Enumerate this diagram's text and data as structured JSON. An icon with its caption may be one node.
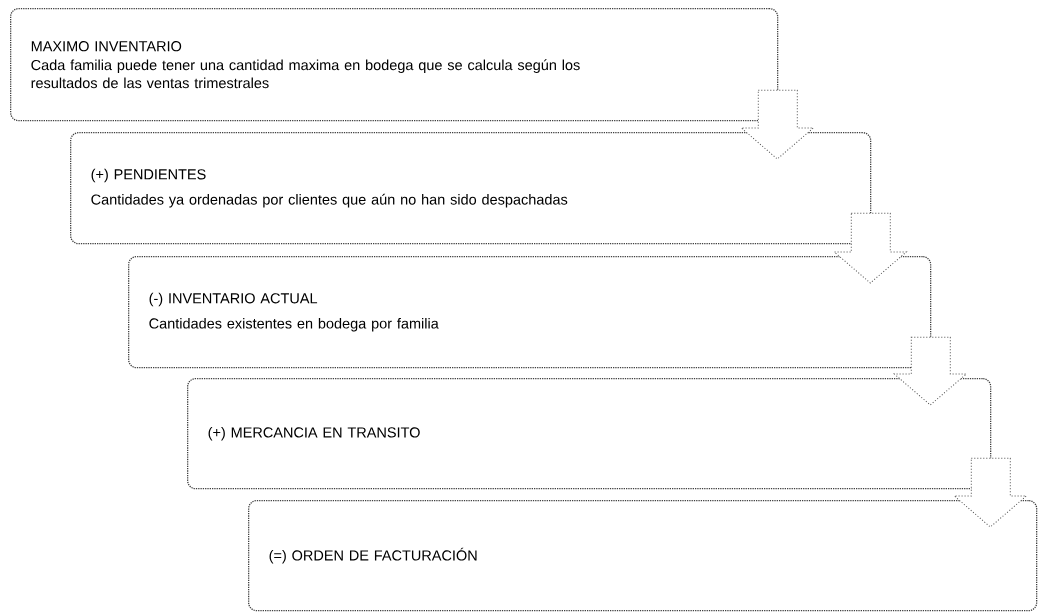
{
  "diagram": {
    "nodes": [
      {
        "text": [
          "MAXIMO INVENTARIO",
          "Cada familia puede tener una cantidad maxima en bodega que se calcula según los resultados de las ventas trimestrales"
        ]
      },
      {
        "text": [
          "(+) PENDIENTES",
          "Cantidades ya ordenadas por clientes que aún no han sido despachadas"
        ]
      },
      {
        "text": [
          "(-) INVENTARIO ACTUAL",
          "Cantidades existentes en bodega por familia"
        ]
      },
      {
        "text": [
          "(+) MERCANCIA EN TRANSITO"
        ]
      },
      {
        "text": [
          "(=) ORDEN DE FACTURACIÓN"
        ]
      }
    ],
    "edges": [
      {
        "from": 0,
        "to": 1,
        "arrow": "to"
      },
      {
        "from": 1,
        "to": 2,
        "arrow": "to"
      },
      {
        "from": 2,
        "to": 3,
        "arrow": "to"
      },
      {
        "from": 3,
        "to": 4,
        "arrow": "to"
      }
    ]
  }
}
